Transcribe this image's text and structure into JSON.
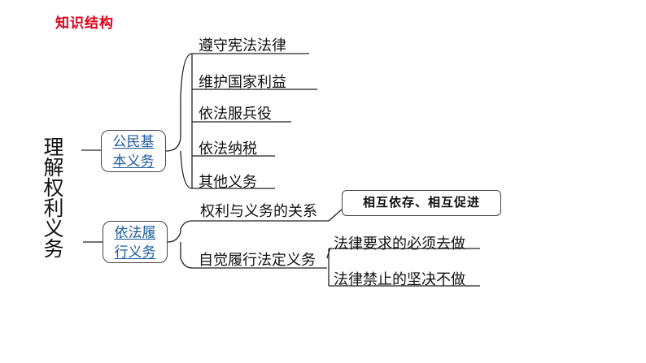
{
  "header": {
    "title": "知识结构"
  },
  "root": {
    "title": "理解权利义务"
  },
  "branches": [
    {
      "label_line1": "公民基",
      "label_line2": "本义务",
      "items": [
        "遵守宪法法律",
        "维护国家利益",
        "依法服兵役",
        "依法纳税",
        "其他义务"
      ]
    },
    {
      "label_line1": "依法履",
      "label_line2": "行义务",
      "relation": {
        "label": "权利与义务的关系",
        "note": "相互依存、相互促进"
      },
      "self": {
        "label": "自觉履行法定义务",
        "items": [
          "法律要求的必须去做",
          "法律禁止的坚决不做"
        ]
      }
    }
  ],
  "colors": {
    "header": "#e0001b",
    "box_text": "#1a5a9e",
    "line": "#222222"
  }
}
